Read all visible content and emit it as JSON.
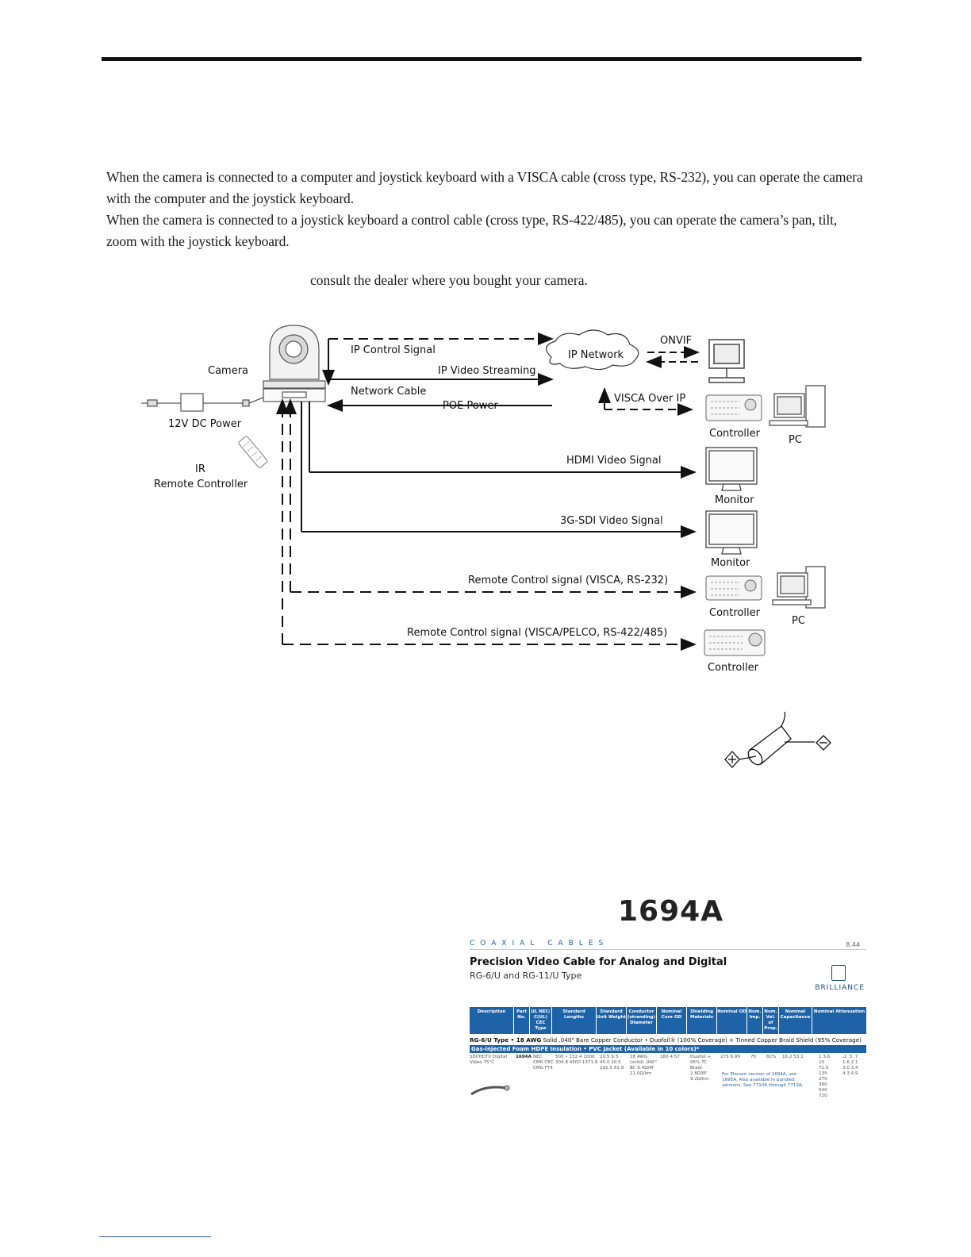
{
  "paragraphs": [
    "When the camera is connected to a computer and joystick keyboard with a VISCA cable (cross type, RS-232), you can operate the camera with the computer and the joystick keyboard.",
    "When the camera is connected to a joystick keyboard a control cable (cross type, RS-422/485), you can operate the camera’s pan, tilt, zoom with the joystick keyboard."
  ],
  "note": "consult the dealer where you bought your camera.",
  "diagram": {
    "camera": "Camera",
    "dc_power": "12V DC Power",
    "ir": "IR",
    "remote": "Remote Controller",
    "ip_control": "IP Control Signal",
    "ip_video": "IP Video Streaming",
    "network_cable": "Network Cable",
    "poe": "POE Power",
    "ip_network": "IP Network",
    "onvif": "ONVIF",
    "visca_ip": "VISCA Over IP",
    "controller": "Controller",
    "pc": "PC",
    "hdmi": "HDMI Video Signal",
    "monitor": "Monitor",
    "sdi": "3G-SDI Video Signal",
    "rc232": "Remote Control signal (VISCA, RS-232)",
    "rc485": "Remote Control signal (VISCA/PELCO, RS-422/485)"
  },
  "datasheet": {
    "model": "1694A",
    "section": "COAXIAL CABLES",
    "page": "8.44",
    "title": "Precision Video Cable for Analog and Digital",
    "subtitle": "RG-6/U and RG-11/U Type",
    "brand": "BRILLIANCE",
    "headers": [
      "Description",
      "Part No.",
      "UL NEC/ C(UL) CEC Type",
      "Standard Lengths",
      "Standard Unit Weight",
      "Conductor (stranding) Diameter",
      "Nominal Core OD",
      "Shielding Materials",
      "Nominal OD",
      "Nom. Imp.",
      "Nom. Vel. of Prop.",
      "Nominal Capacitance",
      "Nominal Attenuation"
    ],
    "type_bold": "RG-6/U Type • 18 AWG",
    "type_rest": " Solid .040\" Bare Copper Conductor • Duofoil® (100% Coverage) + Tinned Copper Braid Shield (95% Coverage)",
    "band": "Gas-injected Foam HDPE Insulation • PVC Jacket (Available in 10 colors)*",
    "desc": "SDI/HDTV Digital Video 75°C",
    "part": "1694A",
    "nec": "NEC CMR CEC CMG FT4",
    "lengths": "500 • 152.4 1000 304.8 4500 1371.6",
    "weights": "20.5 9.3 45.0 20.5 292.5 91.9",
    "conductor": "18 AWG (solid) .040\" BC 6.4Ω/M' 21.0Ω/km",
    "core": "180 4.57",
    "shield": "Duofoil + 95% TC Braid 2.8Ω/M' 9.2Ω/km",
    "od": "275 6.99",
    "imp": "75",
    "vel": "82%",
    "cap": "16.2 53.1",
    "plenum": "For Plenum version of 1694A, see 1695A. Also available in bundled versions. See 7710A through 7713A.",
    "mhz": "1 3.6 10 71.5 135 270 360 540 720",
    "att": ".2 .5 .7 1.6 2.1 3.0 3.4 4.3 4.9"
  }
}
